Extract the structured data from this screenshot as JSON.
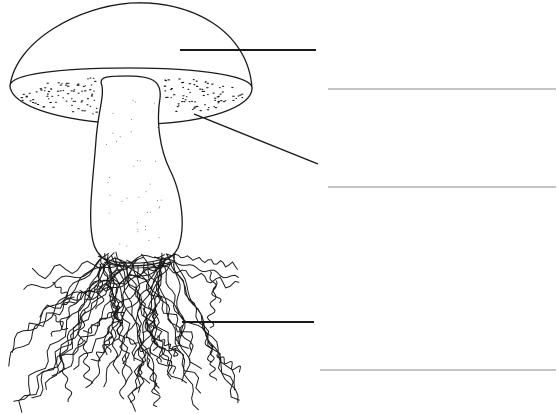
{
  "diagram": {
    "subject": "mushroom-parts-worksheet",
    "labels": [
      {
        "key": "cap",
        "text": ""
      },
      {
        "key": "gills",
        "text": ""
      },
      {
        "key": "stalk",
        "text": ""
      },
      {
        "key": "hyphae",
        "text": ""
      }
    ],
    "colors": {
      "stroke": "#1a1a1a",
      "answer_line": "#8a8a8a",
      "background": "#ffffff"
    }
  }
}
